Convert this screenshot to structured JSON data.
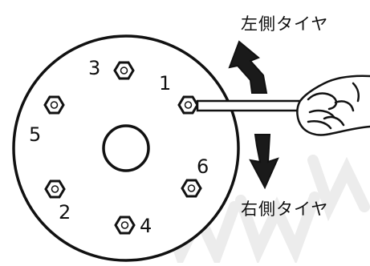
{
  "figure": {
    "bolt_numbers": [
      "1",
      "2",
      "3",
      "4",
      "5",
      "6"
    ],
    "upper_arrow_label": "左側タイヤ",
    "lower_arrow_label": "右側タイヤ"
  },
  "colors": {
    "line": "#111111",
    "arrow": "#1a1a1a",
    "background": "#ffffff",
    "watermark": "#e8e8e8"
  },
  "icons": {
    "bolt": "hexagon-nut-icon",
    "hand": "hand-holding-wrench-icon"
  }
}
